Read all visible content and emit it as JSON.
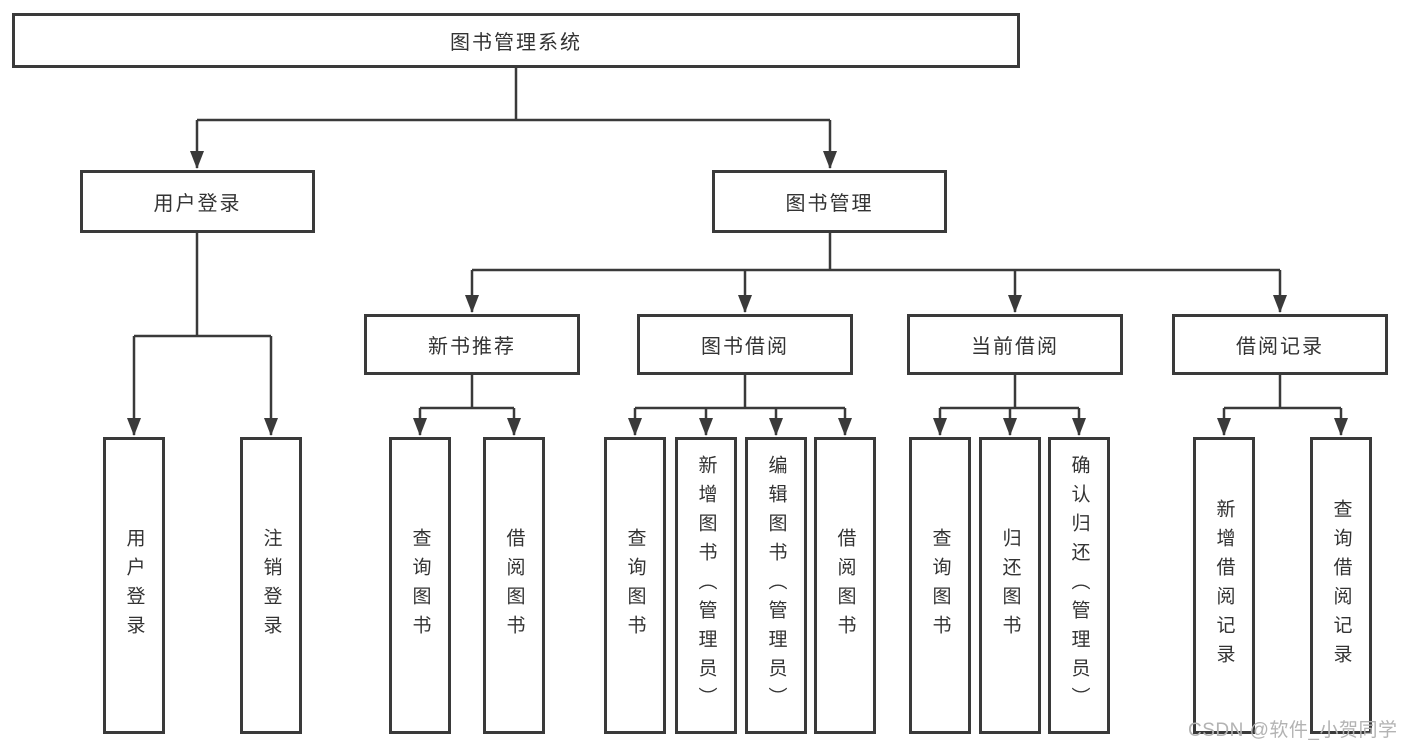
{
  "colors": {
    "line": "#3a3a3a",
    "text": "#333333",
    "watermark": "#b3b3b3",
    "background": "#ffffff",
    "box_bg": "#ffffff"
  },
  "watermark": {
    "text": "CSDN @软件_小贺同学"
  },
  "tree": {
    "label": "图书管理系统",
    "children": [
      {
        "label": "用户登录",
        "children": [
          {
            "label": "用户登录"
          },
          {
            "label": "注销登录"
          }
        ]
      },
      {
        "label": "图书管理",
        "children": [
          {
            "label": "新书推荐",
            "children": [
              {
                "label": "查询图书"
              },
              {
                "label": "借阅图书"
              }
            ]
          },
          {
            "label": "图书借阅",
            "children": [
              {
                "label": "查询图书"
              },
              {
                "label": "新增图书（管理员）"
              },
              {
                "label": "编辑图书（管理员）"
              },
              {
                "label": "借阅图书"
              }
            ]
          },
          {
            "label": "当前借阅",
            "children": [
              {
                "label": "查询图书"
              },
              {
                "label": "归还图书"
              },
              {
                "label": "确认归还（管理员）"
              }
            ]
          },
          {
            "label": "借阅记录",
            "children": [
              {
                "label": "新增借阅记录"
              },
              {
                "label": "查询借阅记录"
              }
            ]
          }
        ]
      }
    ]
  }
}
